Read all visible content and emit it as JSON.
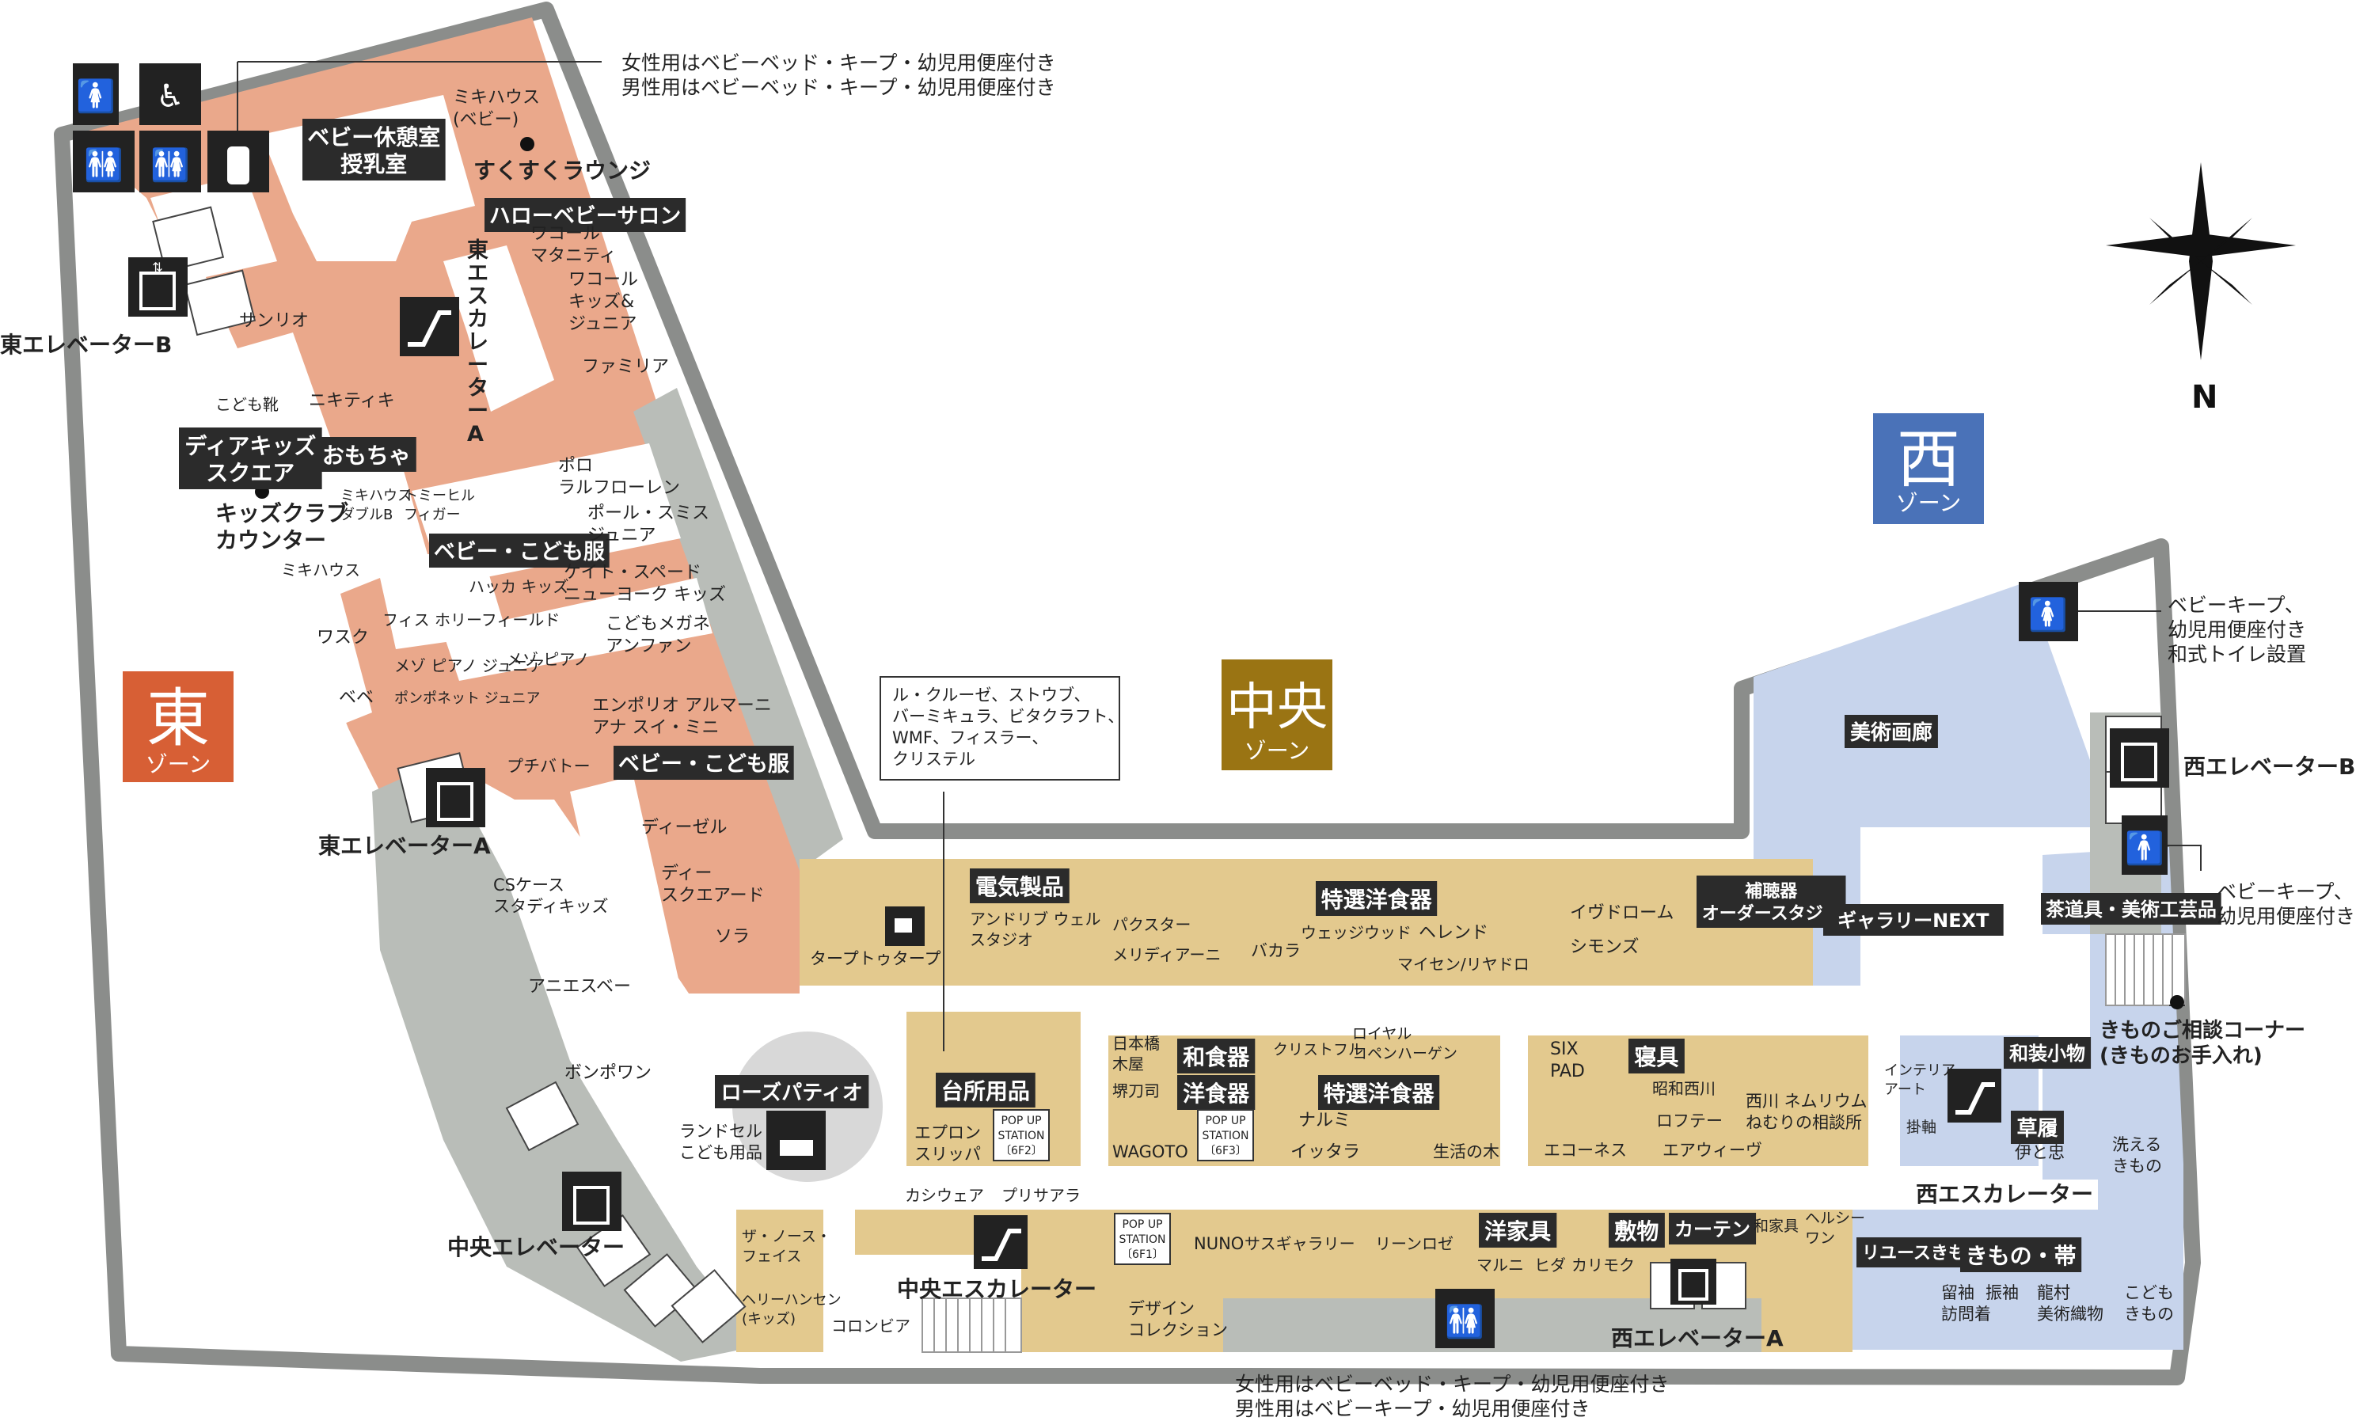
{
  "compass": {
    "north_label": "N"
  },
  "zones": {
    "east": {
      "kanji": "東",
      "sub": "ゾーン",
      "color": "#d75f35"
    },
    "center": {
      "kanji": "中央",
      "sub": "ゾーン",
      "color": "#9a7413"
    },
    "west": {
      "kanji": "西",
      "sub": "ゾーン",
      "color": "#4a72b8"
    }
  },
  "colors": {
    "east_floor": "#eaa88b",
    "center_floor": "#e3c98e",
    "west_floor": "#c7d4ec",
    "corridor": "#b9bdb8",
    "wall": "#8b8d8b"
  },
  "notes": {
    "east_restroom": [
      "女性用はベビーベッド・キープ・幼児用便座付き",
      "男性用はベビーベッド・キープ・幼児用便座付き"
    ],
    "center_restroom": [
      "女性用はベビーベッド・キープ・幼児用便座付き",
      "男性用はベビーキープ・幼児用便座付き"
    ],
    "west_restroom_1": [
      "ベビーキープ、",
      "幼児用便座付き",
      "和式トイレ設置"
    ],
    "west_restroom_2": [
      "ベビーキープ、",
      "幼児用便座付き"
    ],
    "kitchen_brands": [
      "ル・クルーゼ、ストウブ、",
      "バーミキュラ、ビタクラフト、",
      "WMF、フィスラー、",
      "クリステル"
    ]
  },
  "facilities": {
    "east_elevator_b": "東エレベーターB",
    "east_elevator_a": "東エレベーターA",
    "central_elevator": "中央エレベーター",
    "west_elevator_a": "西エレベーターA",
    "west_elevator_b": "西エレベーターB",
    "east_escalator_a": "東エスカレーターA",
    "central_escalator": "中央エスカレーター",
    "west_escalator": "西エスカレーター",
    "kids_club_counter": [
      "キッズクラブ",
      "カウンター"
    ],
    "sukusuku_lounge": "すくすくラウンジ",
    "kimono_consult": [
      "きものご相談コーナー",
      "(きものお手入れ)"
    ]
  },
  "section_labels": {
    "baby_room": [
      "ベビー休憩室",
      "授乳室"
    ],
    "hello_baby_salon": "ハローベビーサロン",
    "dear_kids_square": [
      "ディアキッズ",
      "スクエア"
    ],
    "toys": "おもちゃ",
    "baby_kids_1": "ベビー・こども服",
    "baby_kids_2": "ベビー・こども服",
    "roses_patio": "ローズパティオ",
    "electric": "電気製品",
    "tokusen_1": "特選洋食器",
    "hochoki": [
      "補聴器",
      "オーダースタジオ"
    ],
    "gallery_next": "ギャラリーNEXT",
    "chado": "茶道具・美術工芸品",
    "bijutsu_garou": "美術画廊",
    "kitchen": "台所用品",
    "washokki": "和食器",
    "yoshokki": "洋食器",
    "tokusen_2": "特選洋食器",
    "shingu": "寝具",
    "wasou": "和装小物",
    "zori": "草履",
    "reuse_kimono": "リユースきもの",
    "kimono_obi": "きもの・帯",
    "yokagu": "洋家具",
    "shikimono": "敷物",
    "curtain": "カーテン"
  },
  "popups": {
    "p1": [
      "POP UP",
      "STATION",
      "〔6F2〕"
    ],
    "p2": [
      "POP UP",
      "STATION",
      "〔6F3〕"
    ],
    "p3": [
      "POP UP",
      "STATION",
      "〔6F1〕"
    ]
  },
  "brands": {
    "mikihouse_baby": [
      "ミキハウス",
      "(ベビー)"
    ],
    "wacoal_mata": [
      "ワコール",
      "マタニティ"
    ],
    "wacoal_kids": [
      "ワコール",
      "キッズ&",
      "ジュニア"
    ],
    "familiar": "ファミリア",
    "sanrio": "サンリオ",
    "kodomo_kutsu": "こども靴",
    "nikitiki": "ニキティキ",
    "mikihouse_doubleb": [
      "ミキハウス",
      "ダブルB"
    ],
    "tommy": [
      "トミーヒル",
      "フィガー"
    ],
    "mikihouse": "ミキハウス",
    "hakka": "ハッカ キッズ",
    "fith": "フィス ホリーフィールド",
    "wasuku": "ワスク",
    "mezzo": "メゾ ピアノ ジュニア",
    "mezzo2": "メゾ ピアノ",
    "bebe": "ベベ",
    "pompo": "ポンポネット ジュニア",
    "polo": [
      "ポロ",
      "ラルフローレン"
    ],
    "paulsmith": [
      "ポール・スミス",
      "ジュニア"
    ],
    "katespade": [
      "ケイト・スペード",
      "ニューヨーク キッズ"
    ],
    "kodomomegane": [
      "こどもメガネ",
      "アンファン"
    ],
    "emporio": [
      "エンポリオ アルマーニ",
      "アナ スイ・ミニ"
    ],
    "petitbateau": "プチバトー",
    "cs": [
      "CSケース",
      "スタディキッズ"
    ],
    "agnesb": "アニエスベー",
    "diesel": "ディーゼル",
    "dsquared": [
      "ディー",
      "スクエアード"
    ],
    "sora": "ソラ",
    "bonpoint": "ボンポワン",
    "randsel": [
      "ランドセル",
      "こども用品"
    ],
    "tapotoupe": "タープトゥタープ",
    "andrew": [
      "アンドリブ ウェル",
      "スタジオ"
    ],
    "baccarat_label": "パクスター",
    "meridiani": "メリディアーニ",
    "baccarat": "バカラ",
    "wedgwood": "ウェッジウッド",
    "herend": "ヘレンド",
    "meissen": "マイセン/リヤドロ",
    "ivdroom": "イヴドローム",
    "simmons": "シモンズ",
    "apron": [
      "エプロン",
      "スリッパ"
    ],
    "nihonbashi": [
      "日本橋",
      "木屋"
    ],
    "sakai": "堺刀司",
    "wagoto": "WAGOTO",
    "christofle": "クリストフル",
    "royal": [
      "ロイヤル",
      "コペンハーゲン"
    ],
    "narumi": "ナルミ",
    "ittala": "イッタラ",
    "seikatsu": "生活の木",
    "sixpad": [
      "SIX",
      "PAD"
    ],
    "showa": "昭和西川",
    "loftee": "ロフテー",
    "nishikawa": [
      "西川 ネムリウム",
      "ねむりの相談所"
    ],
    "econess": "エコーネス",
    "airweave": "エアウィーヴ",
    "interior": [
      "インテリア",
      "アート"
    ],
    "kakejiku": "掛軸",
    "iseto": "伊と忠",
    "arau": [
      "洗える",
      "きもの"
    ],
    "tomesode": [
      "留袖",
      "訪問着"
    ],
    "furisode": "振袖",
    "tatsumura": [
      "龍村",
      "美術織物"
    ],
    "kodomo_kimono": [
      "こども",
      "きもの"
    ],
    "north": [
      "ザ・ノース・",
      "フェイス"
    ],
    "hellyhansen": [
      "ヘリーハンセン",
      "(キッズ)"
    ],
    "columbia": "コロンビア",
    "kashiwea": "カシウェア",
    "purisaara": "プリサアラ",
    "nuno": "NUNO",
    "sasugallery": "サスギャラリー",
    "rinlose": "リーンロゼ",
    "design": [
      "デザイン",
      "コレクション"
    ],
    "marni": "マルニ",
    "hida": "ヒダ",
    "karimoku": "カリモク",
    "wakagu": "和家具",
    "helsy": [
      "ヘルシー",
      "ワン"
    ]
  }
}
